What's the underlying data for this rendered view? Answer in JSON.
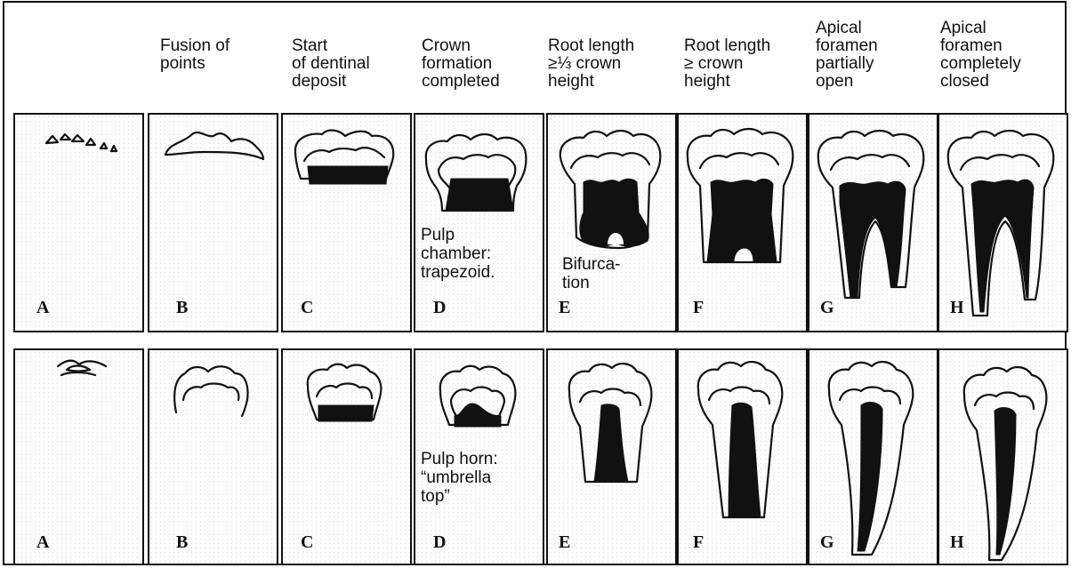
{
  "headers": [
    "",
    "Fusion of\npoints",
    "Start\nof dentinal\ndeposit",
    "Crown\nformation\ncompleted",
    "Root length\n≥⅓ crown\nheight",
    "Root length\n≥ crown\nheight",
    "Apical\nforamen\npartially\nopen",
    "Apical\nforamen\ncompletely\nclosed"
  ],
  "rows": [
    {
      "letters": [
        "A",
        "B",
        "C",
        "D",
        "E",
        "F",
        "G",
        "H"
      ],
      "notes": {
        "stage_d": "Pulp\nchamber:\ntrapezoid.",
        "stage_e": "Bifurca-\ntion"
      }
    },
    {
      "letters": [
        "A",
        "B",
        "C",
        "D",
        "E",
        "F",
        "G",
        "H"
      ],
      "notes": {
        "stage_d": "Pulp horn:\n“umbrella\ntop”"
      }
    }
  ]
}
